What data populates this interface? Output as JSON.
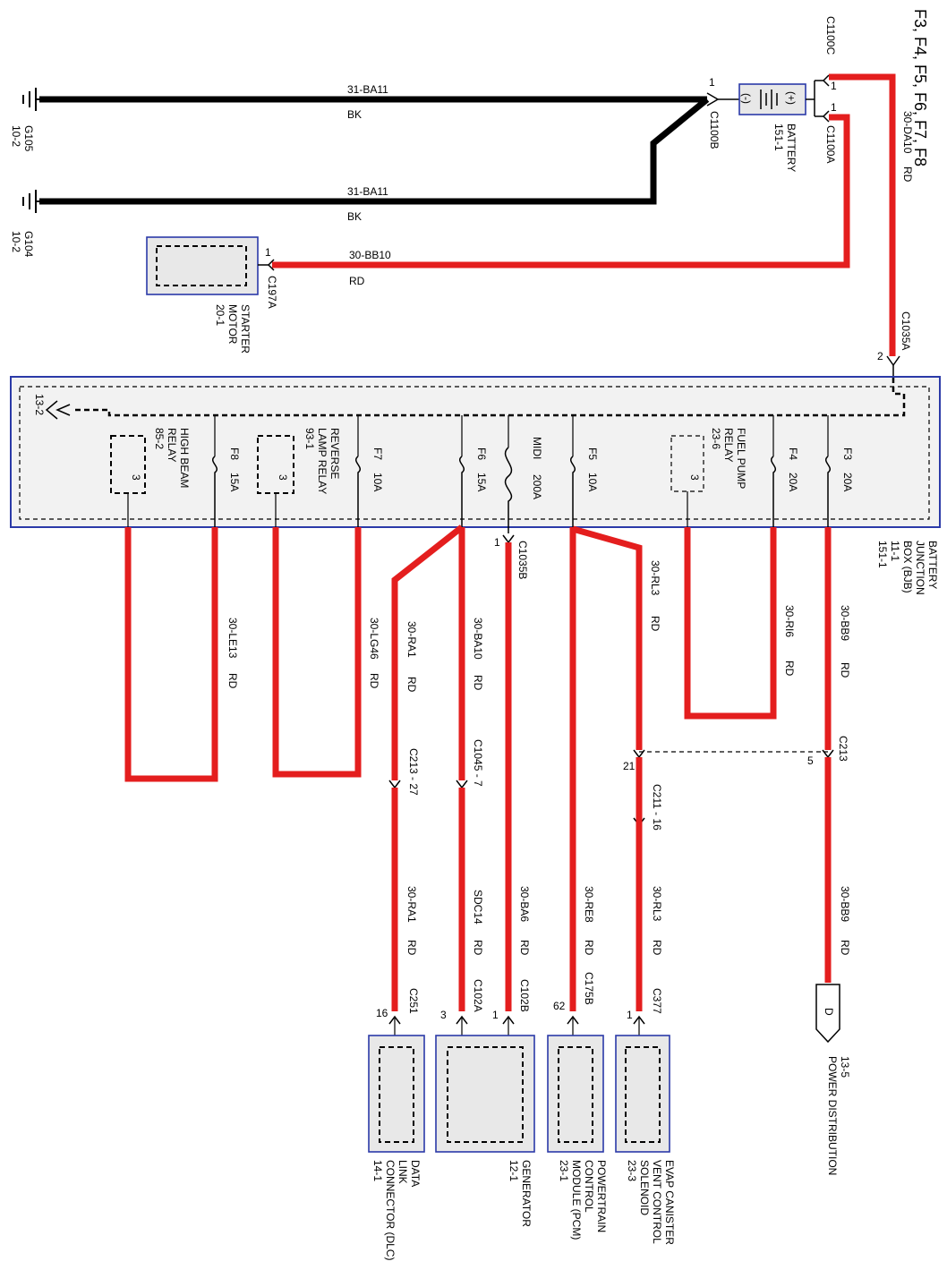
{
  "page_title": "F3, F4, F5, F6, F7, F8",
  "grounds": [
    {
      "id": "G105",
      "page": "10-2"
    },
    {
      "id": "G104",
      "page": "10-2"
    }
  ],
  "ground_wires": [
    {
      "circuit": "31-BA11",
      "color": "BK"
    },
    {
      "circuit": "31-BA11",
      "color": "BK"
    }
  ],
  "battery": {
    "name": "BATTERY",
    "page": "151-1",
    "neg_terminal": "(-)",
    "pos_terminal": "(+)",
    "connectors": {
      "neg": {
        "name": "C1100B",
        "pin": "1"
      },
      "pos_c": {
        "name": "C1100C",
        "pin": "1"
      },
      "pos_a": {
        "name": "C1100A",
        "pin": "1"
      }
    }
  },
  "starter": {
    "name": "STARTER MOTOR",
    "page": "20-1",
    "connector": "C197A",
    "pin": "1",
    "wire": {
      "circuit": "30-BB10",
      "color": "RD"
    }
  },
  "bjb_feed": {
    "circuit": "30-DA10",
    "color": "RD",
    "connector": "C1035A",
    "pin": "2"
  },
  "bjb": {
    "name_lines": [
      "BATTERY",
      "JUNCTION",
      "BOX (BJB)",
      "11-1",
      "151-1"
    ],
    "ref": "13-2"
  },
  "fuses": [
    {
      "id": "F8",
      "rating": "15A"
    },
    {
      "id": "F7",
      "rating": "10A"
    },
    {
      "id": "F6",
      "rating": "15A"
    },
    {
      "id": "MIDI",
      "rating": "200A"
    },
    {
      "id": "F5",
      "rating": "10A"
    },
    {
      "id": "F4",
      "rating": "20A"
    },
    {
      "id": "F3",
      "rating": "20A"
    }
  ],
  "relays": [
    {
      "name_lines": [
        "HIGH BEAM",
        "RELAY",
        "85-2"
      ],
      "pin": "3"
    },
    {
      "name_lines": [
        "REVERSE",
        "LAMP RELAY",
        "93-1"
      ],
      "pin": "3"
    },
    {
      "name_lines": [
        "FUEL PUMP",
        "RELAY",
        "23-6"
      ],
      "pin": "3"
    }
  ],
  "wires": {
    "le13": {
      "circuit": "30-LE13",
      "color": "RD"
    },
    "lg46": {
      "circuit": "30-LG46",
      "color": "RD"
    },
    "ra1": {
      "circuit": "30-RA1",
      "color": "RD"
    },
    "ba10": {
      "circuit": "30-BA10",
      "color": "RD"
    },
    "rl3": {
      "circuit": "30-RL3",
      "color": "RD"
    },
    "ri6": {
      "circuit": "30-RI6",
      "color": "RD"
    },
    "bb9": {
      "circuit": "30-BB9",
      "color": "RD"
    },
    "ra1_b": {
      "circuit": "30-RA1",
      "color": "RD"
    },
    "sdc14": {
      "circuit": "SDC14",
      "color": "RD"
    },
    "ba6": {
      "circuit": "30-BA6",
      "color": "RD"
    },
    "re8": {
      "circuit": "30-RE8",
      "color": "RD"
    },
    "rl3_b": {
      "circuit": "30-RL3",
      "color": "RD"
    },
    "bb9_b": {
      "circuit": "30-BB9",
      "color": "RD"
    }
  },
  "inline_connectors": {
    "c1035b": {
      "name": "C1035B",
      "pin": "1"
    },
    "c213_27": {
      "name": "C213",
      "pin": "27"
    },
    "c1045_7": {
      "name": "C1045",
      "pin": "7"
    },
    "c211_16": {
      "name": "C211",
      "pin": "16"
    },
    "c213_5": {
      "name": "C213",
      "pin": "5"
    },
    "c213_21": {
      "pin": "21"
    }
  },
  "end_components": [
    {
      "name_lines": [
        "DATA",
        "LINK",
        "CONNECTOR (DLC)",
        "14-1"
      ],
      "connector": "C251",
      "pin": "16"
    },
    {
      "name_lines": [
        "GENERATOR",
        "12-1"
      ],
      "connector_a": "C102A",
      "pin_a": "3",
      "connector_b": "C102B",
      "pin_b": "1"
    },
    {
      "name_lines": [
        "POWERTRAIN",
        "CONTROL",
        "MODULE (PCM)",
        "23-1"
      ],
      "connector": "C175B",
      "pin": "62"
    },
    {
      "name_lines": [
        "EVAP CANISTER",
        "VENT CONTROL",
        "SOLENOID",
        "23-3"
      ],
      "connector": "C377",
      "pin": "1"
    }
  ],
  "power_distribution": {
    "letter": "D",
    "page": "13-5",
    "label": "POWER DISTRIBUTION"
  }
}
